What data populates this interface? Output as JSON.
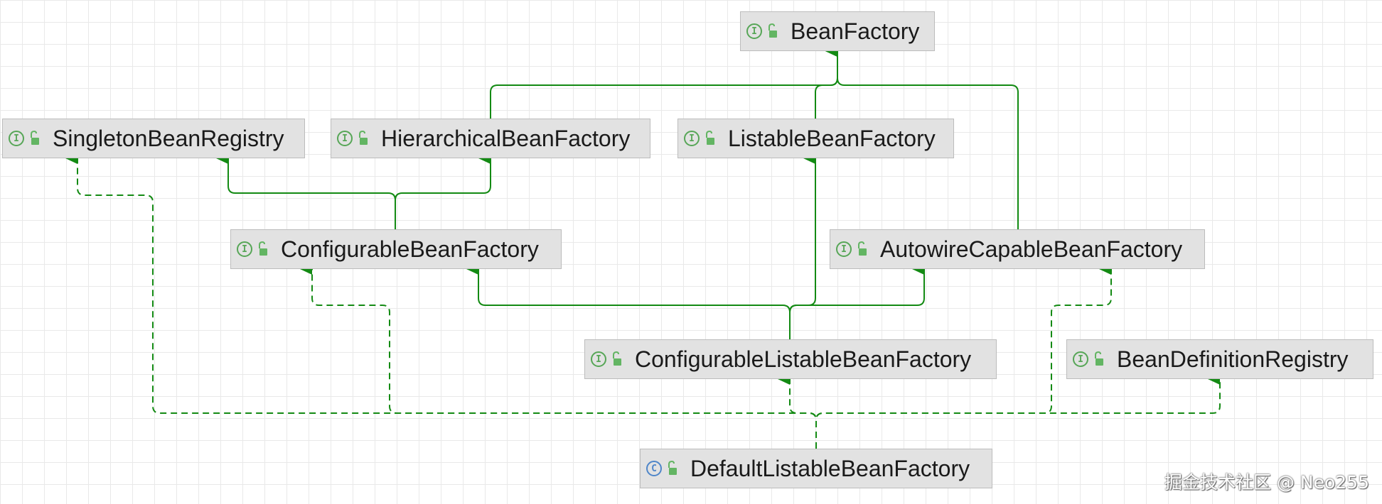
{
  "diagram": {
    "nodes": [
      {
        "id": "BeanFactory",
        "label": "BeanFactory",
        "kind": "interface",
        "kind_glyph": "I"
      },
      {
        "id": "SingletonBeanRegistry",
        "label": "SingletonBeanRegistry",
        "kind": "interface",
        "kind_glyph": "I"
      },
      {
        "id": "HierarchicalBeanFactory",
        "label": "HierarchicalBeanFactory",
        "kind": "interface",
        "kind_glyph": "I"
      },
      {
        "id": "ListableBeanFactory",
        "label": "ListableBeanFactory",
        "kind": "interface",
        "kind_glyph": "I"
      },
      {
        "id": "ConfigurableBeanFactory",
        "label": "ConfigurableBeanFactory",
        "kind": "interface",
        "kind_glyph": "I"
      },
      {
        "id": "AutowireCapableBeanFactory",
        "label": "AutowireCapableBeanFactory",
        "kind": "interface",
        "kind_glyph": "I"
      },
      {
        "id": "ConfigurableListableBeanFactory",
        "label": "ConfigurableListableBeanFactory",
        "kind": "interface",
        "kind_glyph": "I"
      },
      {
        "id": "BeanDefinitionRegistry",
        "label": "BeanDefinitionRegistry",
        "kind": "interface",
        "kind_glyph": "I"
      },
      {
        "id": "DefaultListableBeanFactory",
        "label": "DefaultListableBeanFactory",
        "kind": "class",
        "kind_glyph": "C"
      }
    ],
    "edges": [
      {
        "from": "HierarchicalBeanFactory",
        "to": "BeanFactory",
        "style": "extends"
      },
      {
        "from": "ListableBeanFactory",
        "to": "BeanFactory",
        "style": "extends"
      },
      {
        "from": "AutowireCapableBeanFactory",
        "to": "BeanFactory",
        "style": "extends"
      },
      {
        "from": "ConfigurableBeanFactory",
        "to": "HierarchicalBeanFactory",
        "style": "extends"
      },
      {
        "from": "ConfigurableBeanFactory",
        "to": "SingletonBeanRegistry",
        "style": "extends"
      },
      {
        "from": "ConfigurableListableBeanFactory",
        "to": "ListableBeanFactory",
        "style": "extends"
      },
      {
        "from": "ConfigurableListableBeanFactory",
        "to": "AutowireCapableBeanFactory",
        "style": "extends"
      },
      {
        "from": "ConfigurableListableBeanFactory",
        "to": "ConfigurableBeanFactory",
        "style": "extends"
      },
      {
        "from": "DefaultListableBeanFactory",
        "to": "ConfigurableListableBeanFactory",
        "style": "implements"
      },
      {
        "from": "DefaultListableBeanFactory",
        "to": "BeanDefinitionRegistry",
        "style": "implements"
      },
      {
        "from": "DefaultListableBeanFactory",
        "to": "SingletonBeanRegistry",
        "style": "implements"
      },
      {
        "from": "DefaultListableBeanFactory",
        "to": "ConfigurableBeanFactory",
        "style": "implements"
      },
      {
        "from": "DefaultListableBeanFactory",
        "to": "AutowireCapableBeanFactory",
        "style": "implements"
      }
    ],
    "colors": {
      "edge": "#138a13",
      "node_fill": "#e2e2e2",
      "node_border": "#bcbcbc",
      "interface_badge": "#57a657",
      "class_badge": "#4f86c9",
      "lock": "#63b563"
    },
    "icons": {
      "kind_interface": "interface-icon",
      "kind_class": "class-icon",
      "visibility": "public-lock-icon"
    }
  },
  "watermark": "掘金技术社区 @ Neo255"
}
